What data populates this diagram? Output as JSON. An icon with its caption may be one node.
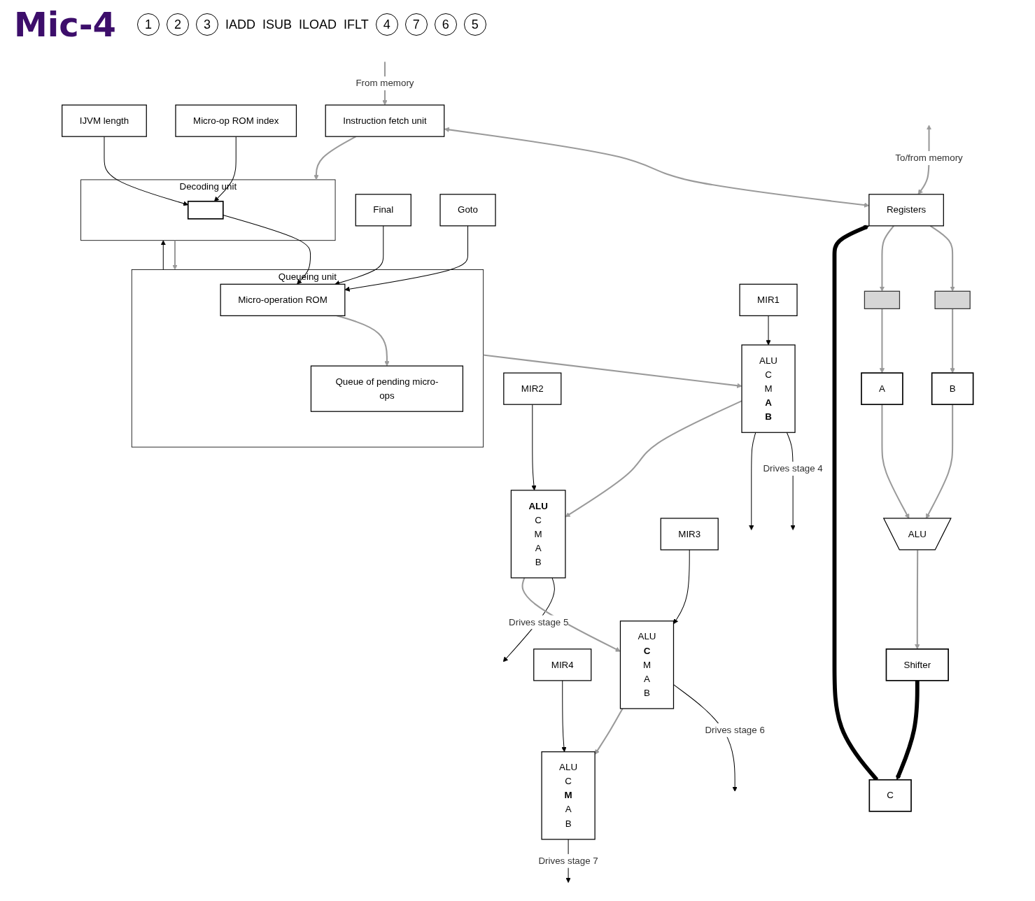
{
  "diagram": {
    "title": "Mic-4",
    "nodes": [
      {
        "text": [
          "IJVM length"
        ]
      },
      {
        "text": [
          "Micro-op ROM index"
        ]
      },
      {
        "text": [
          "Final"
        ]
      },
      {
        "text": [
          "Goto"
        ]
      },
      {
        "text": [
          "Instruction fetch unit"
        ]
      },
      {
        "text": [
          "Decoding unit"
        ]
      },
      {
        "text": [],
        "shape": "box",
        "in": 5
      },
      {
        "text": [
          "Queueing unit"
        ]
      },
      {
        "text": [
          "Micro-operation ROM"
        ],
        "in": 7
      },
      {
        "text": [
          "Queue of pending micro-ops"
        ],
        "in": 7
      },
      {
        "text": [
          "MIR1"
        ]
      },
      {
        "text": [
          "ALU",
          "C",
          "M",
          "A",
          "B"
        ]
      },
      {
        "text": [
          "MIR2"
        ]
      },
      {
        "text": [
          "ALU",
          "C",
          "M",
          "A",
          "B"
        ]
      },
      {
        "text": [
          "MIR3"
        ]
      },
      {
        "text": [
          "ALU",
          "C",
          "M",
          "A",
          "B"
        ]
      },
      {
        "text": [
          "MIR4"
        ]
      },
      {
        "text": [
          "ALU",
          "C",
          "M",
          "A",
          "B"
        ]
      },
      {
        "text": [
          "Registers"
        ]
      },
      {
        "text": [],
        "shape": "bar"
      },
      {
        "text": [],
        "shape": "bar"
      },
      {
        "text": [
          "A"
        ]
      },
      {
        "text": [
          "B"
        ]
      },
      {
        "text": [
          "ALU"
        ]
      },
      {
        "text": [
          "Shifter"
        ]
      },
      {
        "text": [
          "C"
        ]
      }
    ],
    "edges": [
      {
        "from": null,
        "to": 4,
        "arrow": "to",
        "label": "From memory"
      },
      {
        "from": 4,
        "to": 5,
        "arrow": "to"
      },
      {
        "from": 0,
        "to": 6,
        "arrow": "to",
        "color": "#000000"
      },
      {
        "from": 1,
        "to": 6,
        "arrow": "to",
        "color": "#000000"
      },
      {
        "from": 5,
        "to": 7,
        "arrow": "to"
      },
      {
        "from": 7,
        "to": 5,
        "arrow": "to",
        "color": "#000000"
      },
      {
        "from": 6,
        "to": 8,
        "arrow": "to",
        "color": "#000000"
      },
      {
        "from": 2,
        "to": 8,
        "arrow": "to",
        "color": "#000000"
      },
      {
        "from": 3,
        "to": 8,
        "arrow": "to",
        "color": "#000000"
      },
      {
        "from": 8,
        "to": 9,
        "arrow": "to"
      },
      {
        "from": 7,
        "to": 11,
        "arrow": "to"
      },
      {
        "from": 10,
        "to": 11,
        "arrow": "to",
        "color": "#000000"
      },
      {
        "from": 11,
        "to": null,
        "arrow": "to",
        "label": "Drives stage 4",
        "color": "#000000"
      },
      {
        "from": 11,
        "to": null,
        "arrow": "to",
        "color": "#000000"
      },
      {
        "from": 11,
        "to": 13,
        "arrow": "to"
      },
      {
        "from": 12,
        "to": 13,
        "arrow": "to",
        "color": "#000000"
      },
      {
        "from": 13,
        "to": null,
        "arrow": "to",
        "label": "Drives stage 5",
        "color": "#000000"
      },
      {
        "from": 13,
        "to": 15,
        "arrow": "to"
      },
      {
        "from": 14,
        "to": 15,
        "arrow": "to",
        "color": "#000000"
      },
      {
        "from": 15,
        "to": null,
        "arrow": "to",
        "label": "Drives stage 6",
        "color": "#000000"
      },
      {
        "from": 15,
        "to": 17,
        "arrow": "to"
      },
      {
        "from": 16,
        "to": 17,
        "arrow": "to",
        "color": "#000000"
      },
      {
        "from": 17,
        "to": null,
        "arrow": "to",
        "label": "Drives stage 7",
        "color": "#000000"
      },
      {
        "from": 4,
        "to": 18,
        "arrow": "both"
      },
      {
        "from": null,
        "to": 18,
        "arrow": "both",
        "label": "To/from memory"
      },
      {
        "from": 25,
        "to": 18,
        "arrow": "to",
        "style": "thick",
        "color": "#000000"
      },
      {
        "from": 18,
        "to": 20,
        "arrow": "to"
      },
      {
        "from": 18,
        "to": 19,
        "arrow": "to"
      },
      {
        "from": 20,
        "to": 22,
        "arrow": "to"
      },
      {
        "from": 19,
        "to": 21,
        "arrow": "to"
      },
      {
        "from": 22,
        "to": 23,
        "arrow": "to"
      },
      {
        "from": 21,
        "to": 23,
        "arrow": "to"
      },
      {
        "from": 23,
        "to": 24,
        "arrow": "to"
      },
      {
        "from": 24,
        "to": 25,
        "arrow": "to",
        "style": "thick",
        "color": "#000000"
      }
    ],
    "labels": [
      "1",
      "2",
      "3",
      "IADD",
      "ISUB",
      "ILOAD",
      "IFLT",
      "4",
      "7",
      "6",
      "5"
    ]
  }
}
